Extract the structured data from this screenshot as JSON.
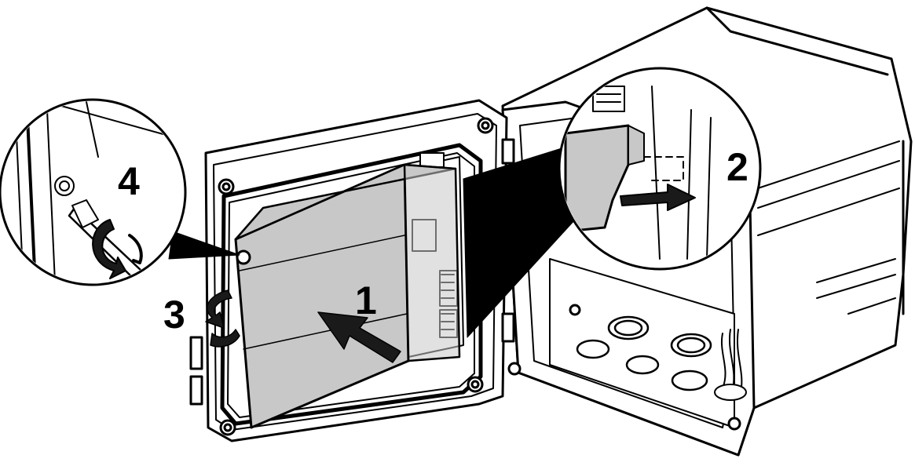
{
  "steps": [
    {
      "number": "1"
    },
    {
      "number": "2"
    },
    {
      "number": "3"
    },
    {
      "number": "4"
    }
  ],
  "colors": {
    "line": "#000000",
    "panel_fill": "#c8c8c8",
    "arrow_fill": "#1a1a1a",
    "housing_fill": "#ffffff"
  }
}
